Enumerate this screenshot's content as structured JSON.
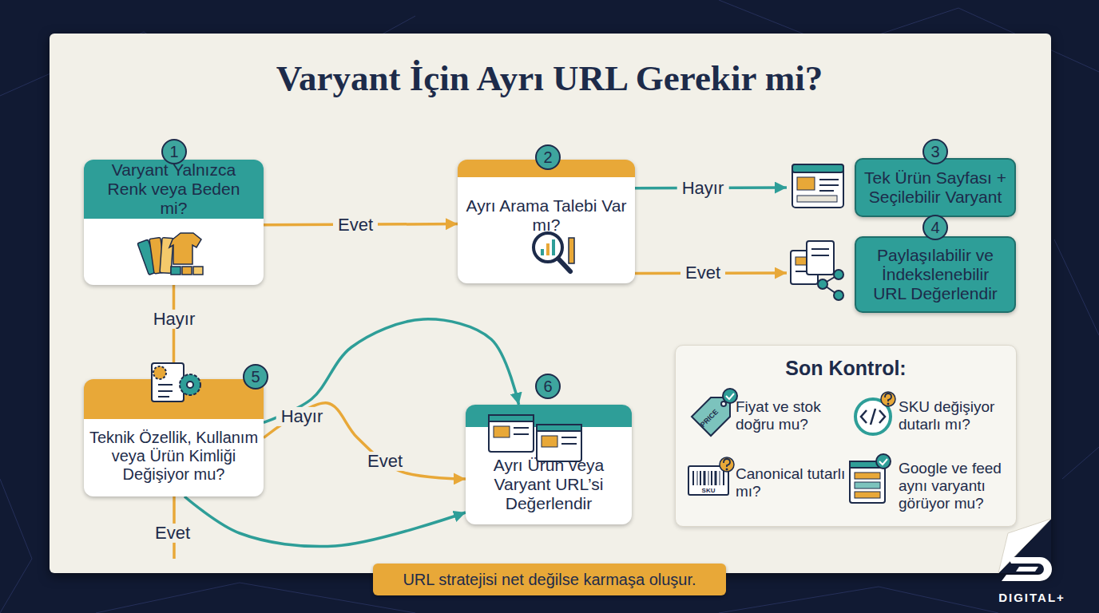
{
  "diagram": {
    "title": "Varyant İçin Ayrı URL Gerekir mi?",
    "caption": "URL stratejisi net değilse karmaşa oluşur.",
    "nodes": [
      {
        "text": [
          "Varyant Yalnızca Renk veya Beden mi?"
        ]
      },
      {
        "text": [
          "Ayrı Arama Talebi Var mı?"
        ]
      },
      {
        "text": [
          "Tek Ürün Sayfası + Seçilebilir Varyant"
        ]
      },
      {
        "text": [
          "Paylaşılabilir ve İndekslenebilir URL Değerlendir"
        ]
      },
      {
        "text": [
          "Teknik Özellik, Kullanım veya Ürün Kimliği Değişiyor mu?"
        ]
      },
      {
        "text": [
          "Ayrı Ürün veya Varyant URL’si Değerlendir"
        ]
      },
      {
        "text": [
          "Son Kontrol:"
        ]
      },
      {
        "text": [
          "Fiyat ve stok doğru mu?"
        ],
        "in": 6
      },
      {
        "text": [
          "SKU değişiyor dutarlı mı?"
        ],
        "in": 6
      },
      {
        "text": [
          "Canonical tutarlı mı?"
        ],
        "in": 6
      },
      {
        "text": [
          "Google ve feed aynı varyantı görüyor mu?"
        ],
        "in": 6
      }
    ],
    "edges": [
      {
        "from": 0,
        "to": 1,
        "arrow": "to",
        "label": "Evet"
      },
      {
        "from": 1,
        "to": 2,
        "arrow": "to",
        "label": "Hayır"
      },
      {
        "from": 1,
        "to": 3,
        "arrow": "to",
        "label": "Evet"
      },
      {
        "from": 0,
        "to": 4,
        "arrow": "to",
        "label": "Hayır"
      },
      {
        "from": 4,
        "to": 5,
        "arrow": "to",
        "label": "Hayır"
      },
      {
        "from": 4,
        "to": 5,
        "arrow": "to",
        "label": "Evet"
      },
      {
        "from": 4,
        "to": 5,
        "arrow": "to",
        "label": "Evet"
      }
    ],
    "labels": [
      "1",
      "2",
      "3",
      "4",
      "5",
      "6",
      "PRICE",
      "SKU",
      "DIGITAL+"
    ]
  }
}
